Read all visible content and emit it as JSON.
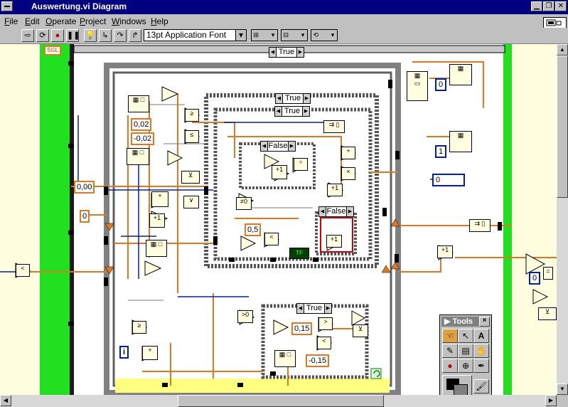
{
  "window": {
    "title": "Auswertung.vi Diagram",
    "connector_label": "1"
  },
  "menu": [
    "File",
    "Edit",
    "Operate",
    "Project",
    "Windows",
    "Help"
  ],
  "toolbar": {
    "font": "13pt Application Font"
  },
  "constants": {
    "sgl": "SGL",
    "c_002": "0,02",
    "c_m002": "-0,02",
    "c_000": "0,00",
    "c_0": "0",
    "c_05": "0,5",
    "c_015": "0,15",
    "c_m015": "-0,15",
    "int_0": "0",
    "int_1": "1",
    "int_0b": "0",
    "int_i": "i",
    "tf": "TF"
  },
  "cases": {
    "top": "True",
    "c1": "True",
    "c2": "True",
    "c3": "False",
    "c4": "False",
    "c5": "True"
  },
  "tools_palette": {
    "title": "Tools",
    "close": "×",
    "text_tool": "A"
  },
  "colors": {
    "wire_orange": "#e07820",
    "wire_blue": "#00209f",
    "loop_green": "#20e020",
    "case_yellow": "#ffff80"
  }
}
